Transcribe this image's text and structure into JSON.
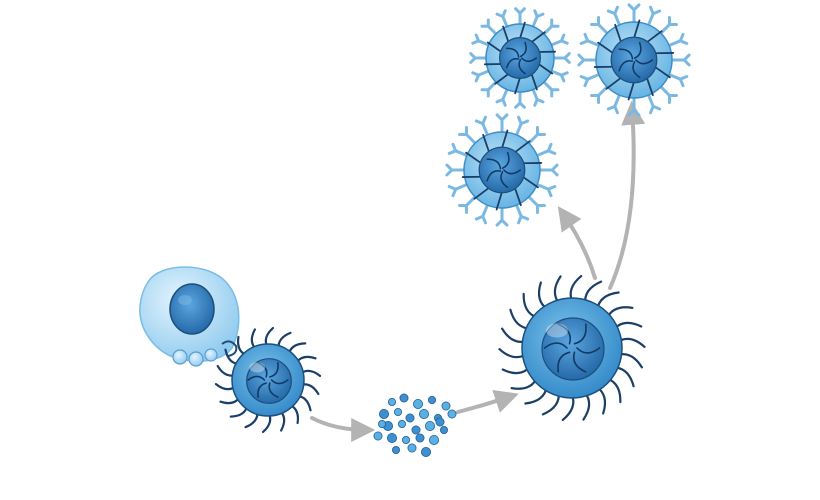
{
  "diagram": {
    "text_labels": [],
    "colors": {
      "background": "#ffffff",
      "cell_light": "#a9d8f2",
      "cell_mid": "#4ea9dc",
      "cell_dark": "#1e5f96",
      "nucleus": "#2a6fb6",
      "outline": "#1b4f7d",
      "receptor": "#8ec4e6",
      "arrow": "#b3b3b3"
    },
    "elements": [
      {
        "id": "antigen-presenting-cell",
        "kind": "large-cell",
        "icon": "cell-with-nucleus"
      },
      {
        "id": "naive-lymphocyte",
        "kind": "spiky-cell",
        "icon": "spiky-cell"
      },
      {
        "id": "cytokine-cluster",
        "kind": "dots",
        "icon": "dot-cluster"
      },
      {
        "id": "activated-lymphocyte",
        "kind": "spiky-cell",
        "icon": "large-spiky-cell"
      },
      {
        "id": "effector-cell-1",
        "kind": "receptor-cell",
        "icon": "antibody-coated-cell"
      },
      {
        "id": "effector-cell-2",
        "kind": "receptor-cell",
        "icon": "antibody-coated-cell"
      },
      {
        "id": "effector-cell-3",
        "kind": "receptor-cell",
        "icon": "antibody-coated-cell"
      }
    ]
  }
}
